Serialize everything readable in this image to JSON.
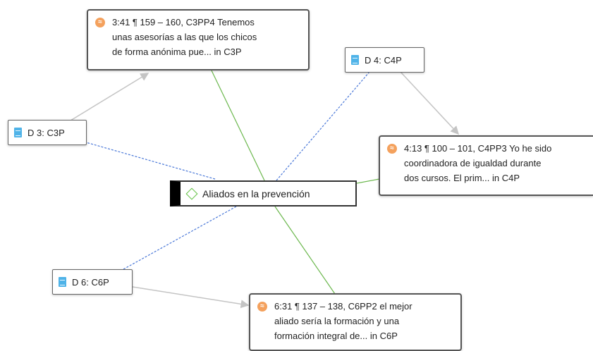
{
  "code": {
    "label": "Aliados en la prevención",
    "icon": "code-diamond-icon"
  },
  "documents": [
    {
      "id": "d3",
      "label": "D 3: C3P",
      "icon": "document-icon"
    },
    {
      "id": "d4",
      "label": "D 4: C4P",
      "icon": "document-icon"
    },
    {
      "id": "d6",
      "label": "D 6: C6P",
      "icon": "document-icon"
    }
  ],
  "quotations": [
    {
      "id": "q341",
      "icon": "quotation-icon",
      "lines": [
        "3:41 ¶ 159 – 160, C3PP4 Tenemos",
        "unas asesorías a las que los chicos",
        "de forma anónima pue... in C3P"
      ]
    },
    {
      "id": "q413",
      "icon": "quotation-icon",
      "lines": [
        "4:13 ¶ 100 – 101, C4PP3  Yo he sido",
        "coordinadora de igualdad durante",
        "dos cursos. El prim... in C4P"
      ]
    },
    {
      "id": "q631",
      "icon": "quotation-icon",
      "lines": [
        "6:31 ¶ 137 – 138, C6PP2  el mejor",
        "aliado sería la formación y una",
        "formación integral de... in C6P"
      ]
    }
  ],
  "colors": {
    "link_green": "#6cb84e",
    "link_blue_dashed": "#4a78d8",
    "link_gray": "#c4c4c4",
    "document_blue": "#4fb3e8",
    "quotation_orange": "#f4a15d"
  }
}
